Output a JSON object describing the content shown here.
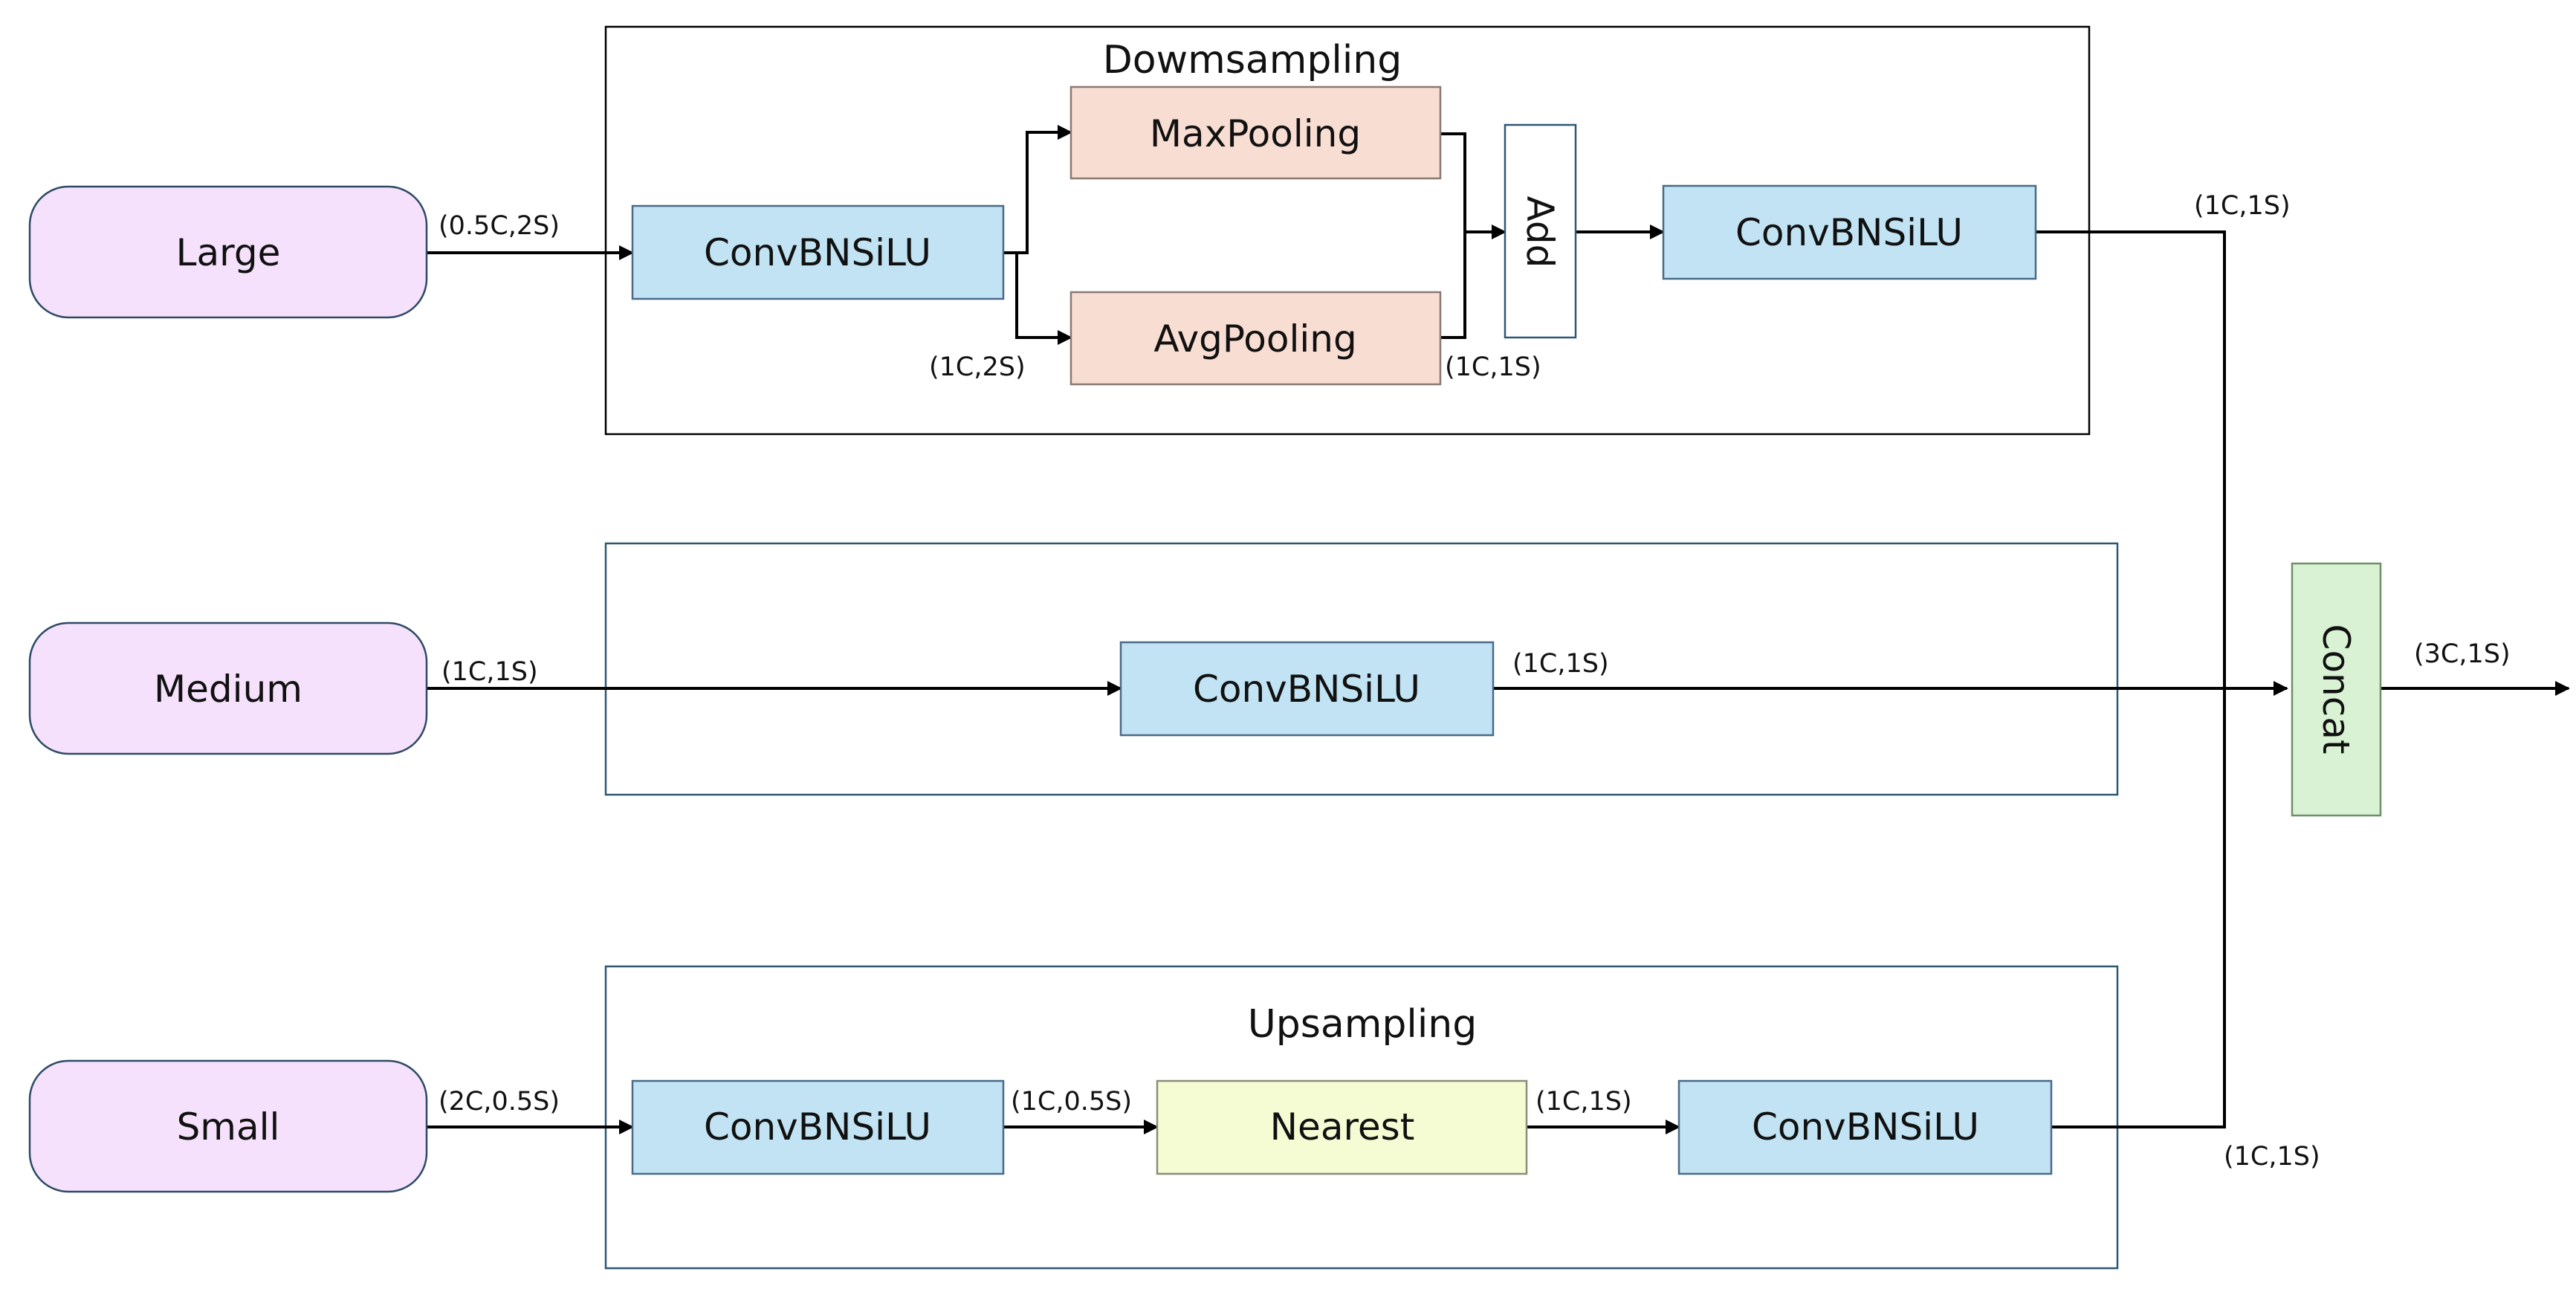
{
  "groups": {
    "downsampling_title": "Dowmsampling",
    "upsampling_title": "Upsampling"
  },
  "inputs": {
    "large": "Large",
    "medium": "Medium",
    "small": "Small"
  },
  "blocks": {
    "conv_label": "ConvBNSiLU",
    "maxpool_label": "MaxPooling",
    "avgpool_label": "AvgPooling",
    "add_label": "Add",
    "nearest_label": "Nearest",
    "concat_label": "Concat"
  },
  "dims": {
    "large_in": "(0.5C,2S)",
    "large_conv_out": "(1C,2S)",
    "pool_out": "(1C,1S)",
    "large_out": "(1C,1S)",
    "medium_in": "(1C,1S)",
    "medium_out": "(1C,1S)",
    "small_in": "(2C,0.5S)",
    "small_conv_out": "(1C,0.5S)",
    "nearest_out": "(1C,1S)",
    "small_out": "(1C,1S)",
    "concat_out": "(3C,1S)"
  },
  "colors": {
    "input_fill": "#f5e1fb",
    "conv_fill": "#c1e3f3",
    "pool_fill": "#f8ddd2",
    "nearest_fill": "#f5fbd3",
    "concat_fill": "#d8f2d3"
  }
}
